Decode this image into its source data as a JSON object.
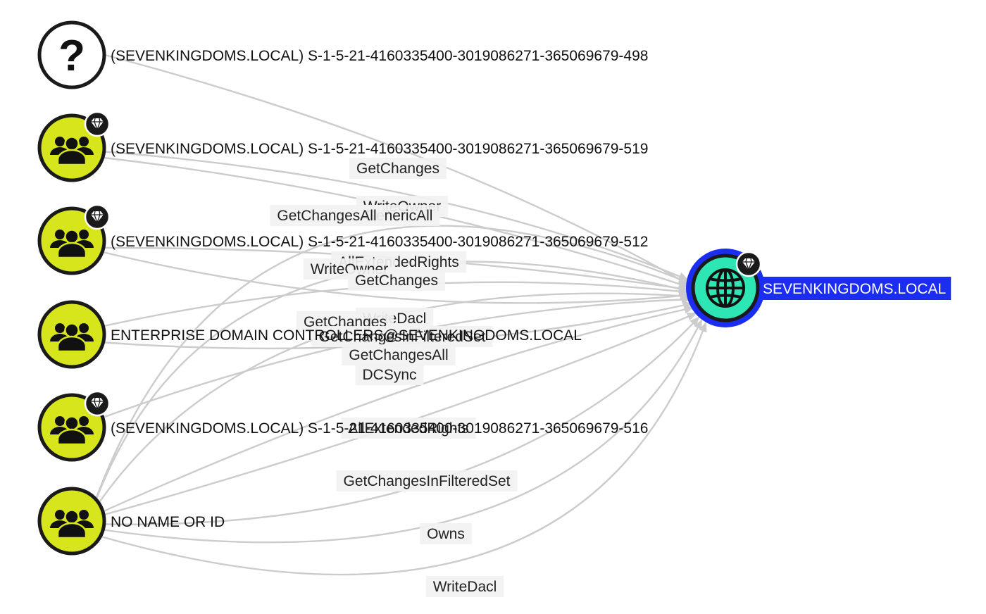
{
  "graph": {
    "colors": {
      "group_fill": "#d7e51c",
      "unknown_fill": "#ffffff",
      "node_stroke": "#1a1a1a",
      "domain_fill": "#2ee6b4",
      "domain_ring": "#1b2df0",
      "edge": "#cccccc",
      "target_label_bg": "#1b2df0"
    },
    "nodes": [
      {
        "id": "n498",
        "label": "(SEVENKINGDOMS.LOCAL) S-1-5-21-4160335400-3019086271-365069679-498",
        "icon": "question-icon",
        "type": "unknown",
        "tier_zero": false
      },
      {
        "id": "n519",
        "label": "(SEVENKINGDOMS.LOCAL) S-1-5-21-4160335400-3019086271-365069679-519",
        "icon": "group-icon",
        "type": "group",
        "tier_zero": true
      },
      {
        "id": "n512",
        "label": "(SEVENKINGDOMS.LOCAL) S-1-5-21-4160335400-3019086271-365069679-512",
        "icon": "group-icon",
        "type": "group",
        "tier_zero": true
      },
      {
        "id": "nedc",
        "label": "ENTERPRISE DOMAIN CONTROLLERS@SEVENKINGDOMS.LOCAL",
        "icon": "group-icon",
        "type": "group",
        "tier_zero": false
      },
      {
        "id": "n516",
        "label": "(SEVENKINGDOMS.LOCAL) S-1-5-21-4160335400-3019086271-365069679-516",
        "icon": "group-icon",
        "type": "group",
        "tier_zero": true
      },
      {
        "id": "nnoname",
        "label": "NO NAME OR ID",
        "icon": "group-icon",
        "type": "group",
        "tier_zero": false
      }
    ],
    "target": {
      "id": "domain",
      "label": "SEVENKINGDOMS.LOCAL",
      "icon": "globe-icon",
      "tier_zero": true
    },
    "edges": [
      {
        "from": "n498",
        "label": "GetChanges"
      },
      {
        "from": "n519",
        "label": "WriteOwner"
      },
      {
        "from": "n519",
        "label": "GenericAll"
      },
      {
        "from": "nnoname",
        "label": "GetChangesAll"
      },
      {
        "from": "n512",
        "label": "AllExtendedRights"
      },
      {
        "from": "nnoname",
        "label": "WriteOwner"
      },
      {
        "from": "nedc",
        "label": "GetChanges"
      },
      {
        "from": "n512",
        "label": "WriteDacl"
      },
      {
        "from": "nnoname",
        "label": "GetChanges"
      },
      {
        "from": "n516",
        "label": "GetChangesInFilteredSet"
      },
      {
        "from": "nedc",
        "label": "GetChangesAll"
      },
      {
        "from": "nnoname",
        "label": "DCSync"
      },
      {
        "from": "nnoname",
        "label": "AllExtendedRights"
      },
      {
        "from": "nnoname",
        "label": "GetChangesInFilteredSet"
      },
      {
        "from": "nnoname",
        "label": "Owns"
      },
      {
        "from": "nnoname",
        "label": "WriteDacl"
      }
    ]
  }
}
